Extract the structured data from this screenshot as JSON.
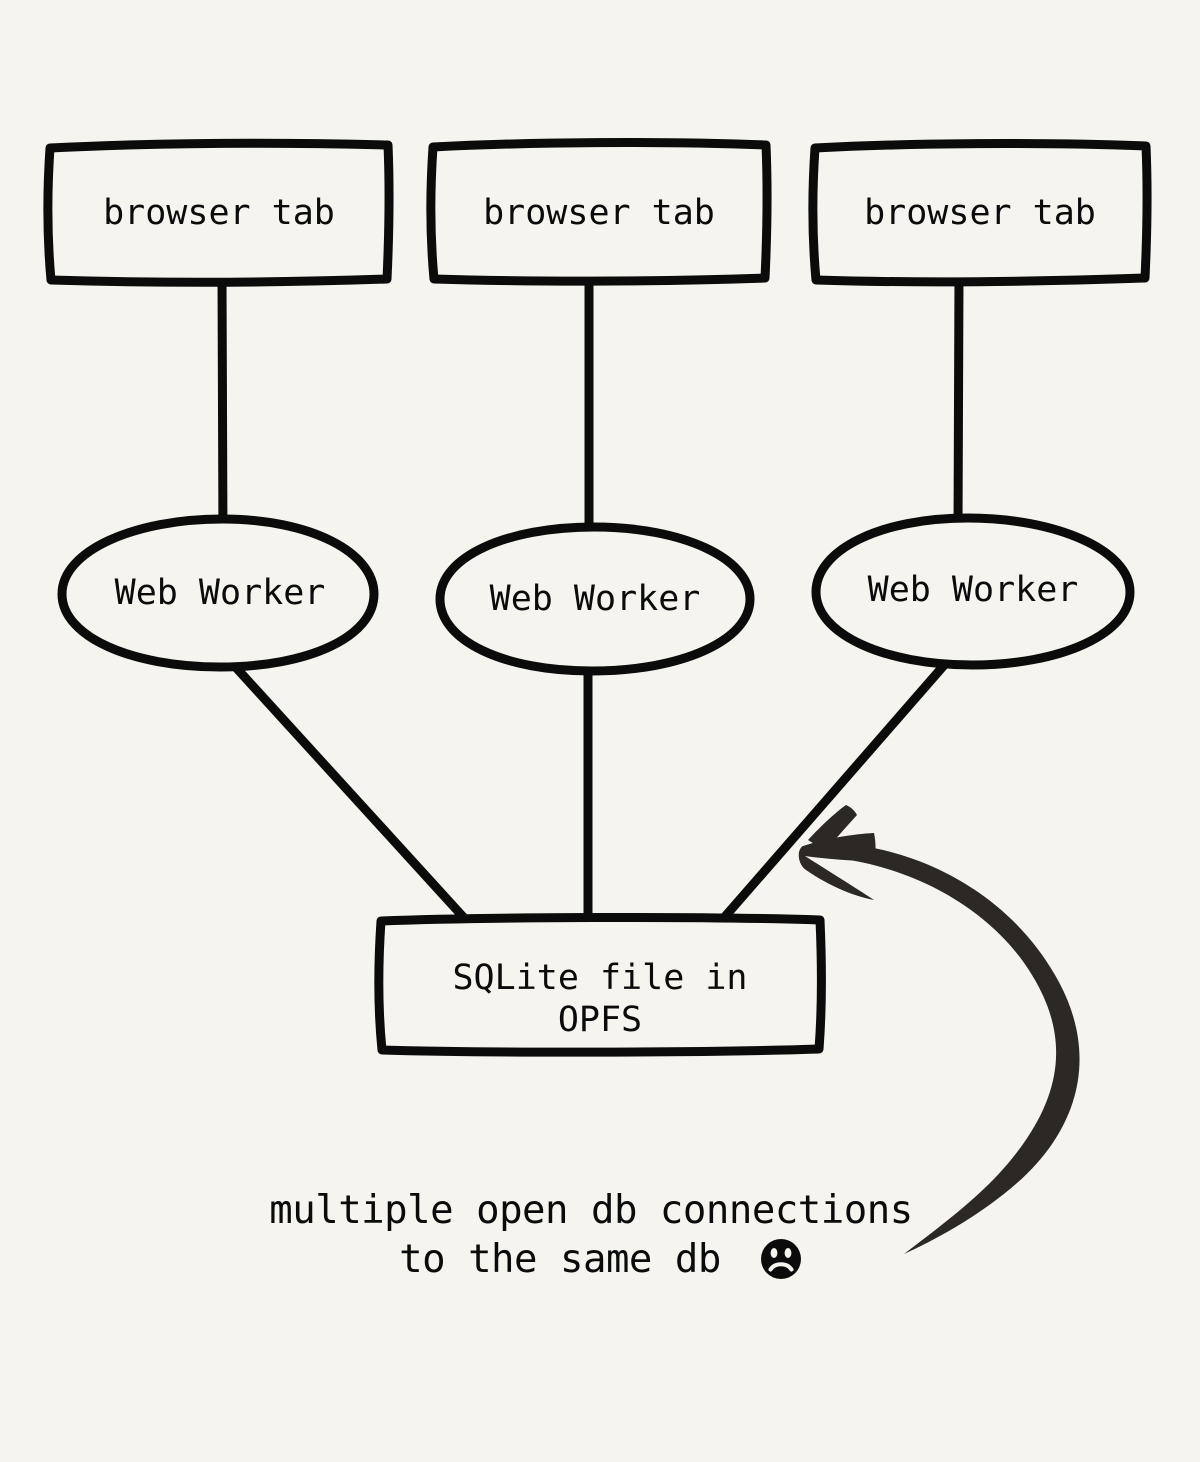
{
  "diagram": {
    "title": "SQLite in OPFS multi-tab connection diagram",
    "background_color": "#F5F4EF",
    "ink_color": "#0B0B0B",
    "arrow_color": "#2B2825",
    "style": "hand-drawn sketch",
    "tabs": [
      {
        "id": "tab-1",
        "label": "browser tab"
      },
      {
        "id": "tab-2",
        "label": "browser tab"
      },
      {
        "id": "tab-3",
        "label": "browser tab"
      }
    ],
    "workers": [
      {
        "id": "worker-1",
        "label": "Web Worker"
      },
      {
        "id": "worker-2",
        "label": "Web Worker"
      },
      {
        "id": "worker-3",
        "label": "Web Worker"
      }
    ],
    "store": {
      "id": "sqlite-opfs",
      "label_line1": "SQLite file in",
      "label_line2": "OPFS"
    },
    "annotation": {
      "line1": "multiple open db connections",
      "line2": "to the same db",
      "emoji": "☹",
      "emoji_name": "frowning-face"
    }
  }
}
